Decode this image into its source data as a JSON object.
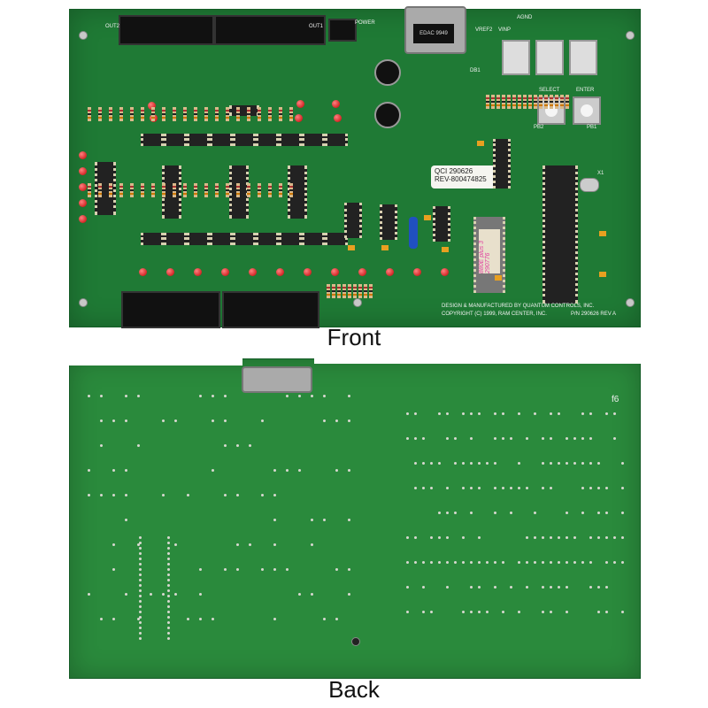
{
  "captions": {
    "front": "Front",
    "back": "Back"
  },
  "front_board": {
    "label_sticker": {
      "line1": "QCI 290626",
      "line2": "REV-800474825"
    },
    "footer": {
      "line1": "DESIGN & MANUFACTURED BY QUANTUM CONTROLS, INC.",
      "line2": "COPYRIGHT (C) 1999, RAM CENTER, INC.",
      "part_number": "P/N 290626  REV A"
    },
    "buttons": {
      "select": "SELECT",
      "enter": "ENTER"
    },
    "silkscreen": {
      "power": "POWER",
      "out1": "OUT1",
      "out2": "OUT2",
      "vref2": "VREF2",
      "vinp": "VINP",
      "agnd": "AGND",
      "db1": "DB1",
      "connector_marking": "EDAC 9949",
      "pb1": "PB1",
      "pb2": "PB2",
      "x1": "X1"
    },
    "eprom_handwriting": "880E plus 3 290776"
  },
  "back_board": {
    "marking": "f6"
  }
}
